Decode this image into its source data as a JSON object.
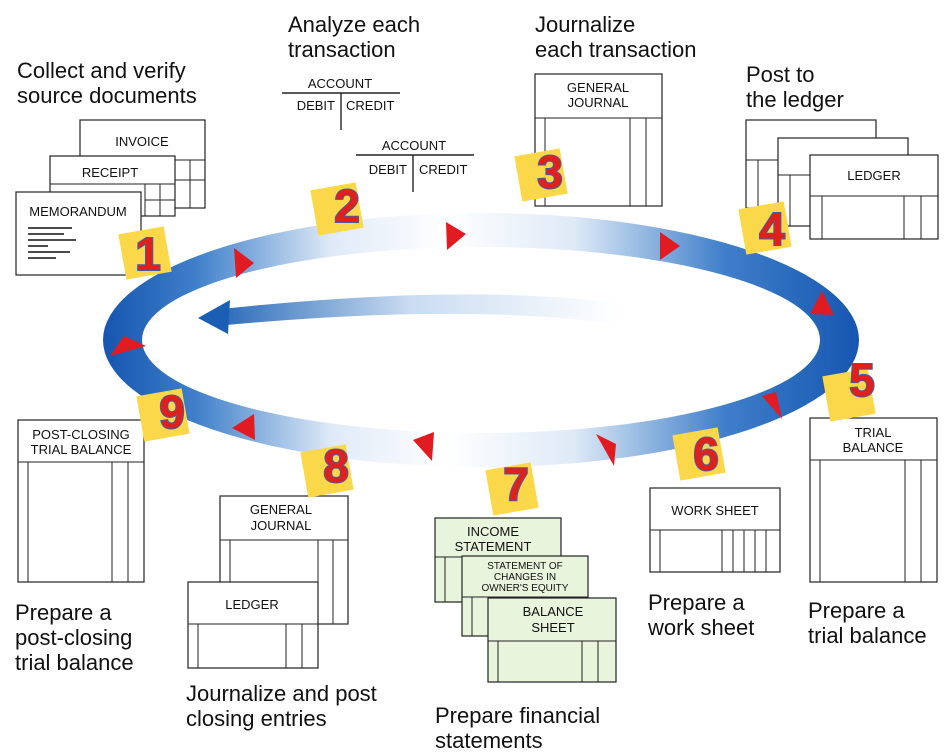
{
  "steps": [
    {
      "number": "1",
      "label": [
        "Collect and verify",
        "source documents"
      ]
    },
    {
      "number": "2",
      "label": [
        "Analyze each",
        "transaction"
      ]
    },
    {
      "number": "3",
      "label": [
        "Journalize",
        "each transaction"
      ]
    },
    {
      "number": "4",
      "label": [
        "Post to",
        "the ledger"
      ]
    },
    {
      "number": "5",
      "label": [
        "Prepare a",
        "trial balance"
      ]
    },
    {
      "number": "6",
      "label": [
        "Prepare a",
        "work sheet"
      ]
    },
    {
      "number": "7",
      "label": [
        "Prepare financial",
        "statements"
      ]
    },
    {
      "number": "8",
      "label": [
        "Journalize and post",
        "closing entries"
      ]
    },
    {
      "number": "9",
      "label": [
        "Prepare a",
        "post-closing",
        "trial balance"
      ]
    }
  ],
  "documents": {
    "invoice": "INVOICE",
    "receipt": "RECEIPT",
    "memorandum": "MEMORANDUM",
    "t_account": {
      "title": "ACCOUNT",
      "debit": "DEBIT",
      "credit": "CREDIT"
    },
    "general_journal": [
      "GENERAL",
      "JOURNAL"
    ],
    "ledger": "LEDGER",
    "trial_balance": [
      "TRIAL",
      "BALANCE"
    ],
    "work_sheet": "WORK SHEET",
    "income_statement": [
      "INCOME",
      "STATEMENT"
    ],
    "statement_of_changes": [
      "STATEMENT OF",
      "CHANGES IN",
      "OWNER'S EQUITY"
    ],
    "balance_sheet": [
      "BALANCE",
      "SHEET"
    ],
    "post_closing": [
      "POST-CLOSING",
      "TRIAL BALANCE"
    ]
  },
  "colors": {
    "cycle_blue": "#1a5fb4",
    "arrow_red": "#e11b22",
    "badge_yellow": "#fbd84a",
    "number_red": "#e0201b",
    "statement_green": "#e8f4dc"
  }
}
